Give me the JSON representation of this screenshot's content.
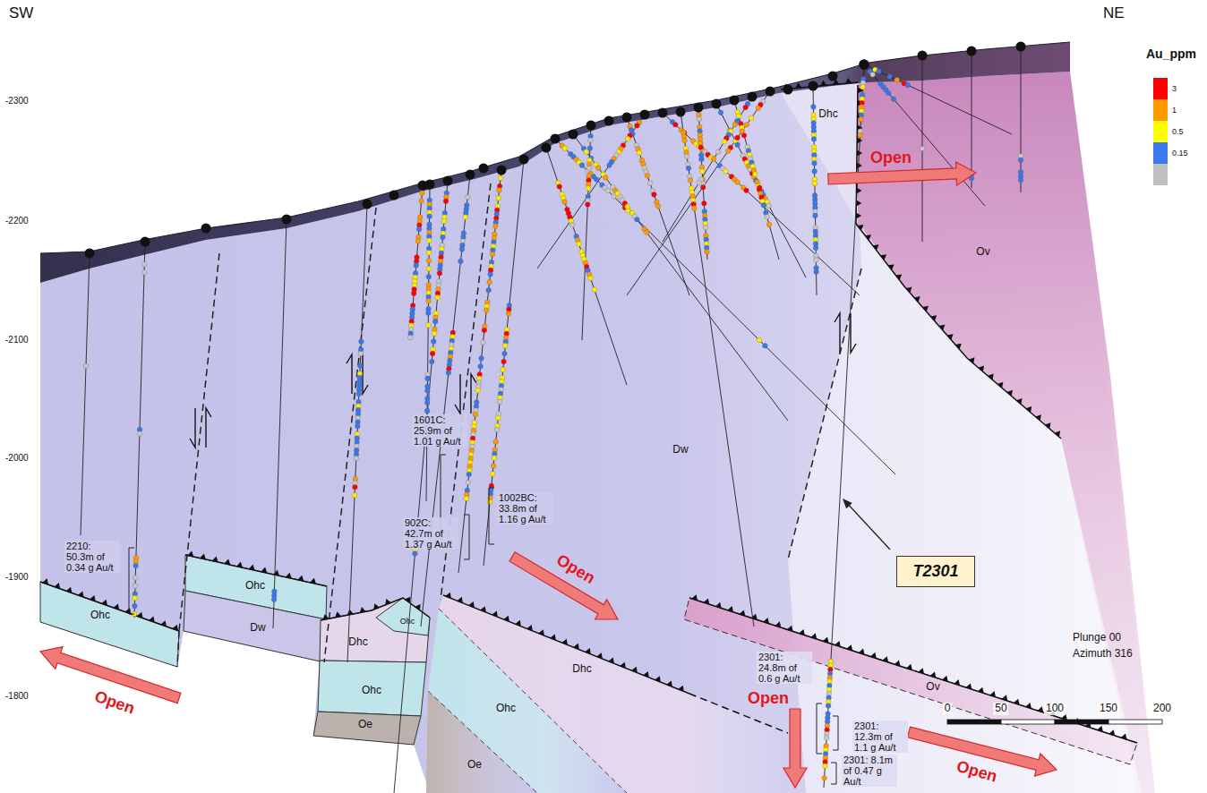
{
  "diagram": {
    "nodes": [
      {
        "text": [
          "T2301"
        ]
      }
    ],
    "labels": [
      "SW",
      "NE",
      "Au_ppm",
      "-2300",
      "-2200",
      "-2100",
      "-2000",
      "-1900",
      "-1800",
      "Dhc",
      "Open",
      "Ov",
      "Dw",
      "1601C: 25.9m of 1.01 g Au/t",
      "1002BC: 33.8m of 1.16 g Au/t",
      "902C: 42.7m of 1.37 g Au/t",
      "2210: 50.3m of 0.34 g Au/t",
      "Ohc",
      "Ohc",
      "Dw",
      "Ohc",
      "Dhc",
      "Ohc",
      "Oe",
      "Open",
      "Dhc",
      "Ohc",
      "Oe",
      "Open",
      "Ov",
      "Open",
      "Open",
      "2301: 24.8m of 0.6 g Au/t",
      "2301: 12.3m of 1.1 g Au/t",
      "2301: 8.1m of 0.47 g Au/t",
      "Plunge 00",
      "Azimuth 316",
      "0",
      "50",
      "100",
      "150",
      "200"
    ],
    "legend": [
      {
        "text": "3",
        "color": "#ff0000"
      },
      {
        "text": "1",
        "color": "#ff9900"
      },
      {
        "text": "0.5",
        "color": "#ffff00"
      },
      {
        "text": "0.15",
        "color": "#3a7bf0"
      }
    ]
  }
}
